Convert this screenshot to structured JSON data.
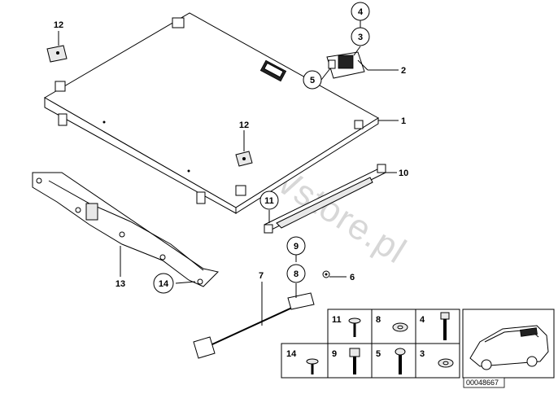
{
  "callouts": [
    {
      "id": "c1",
      "text": "1"
    },
    {
      "id": "c2",
      "text": "2"
    },
    {
      "id": "c3",
      "text": "3"
    },
    {
      "id": "c4",
      "text": "4"
    },
    {
      "id": "c5",
      "text": "5"
    },
    {
      "id": "c6",
      "text": "6"
    },
    {
      "id": "c7",
      "text": "7"
    },
    {
      "id": "c8",
      "text": "8"
    },
    {
      "id": "c9",
      "text": "9"
    },
    {
      "id": "c10",
      "text": "10"
    },
    {
      "id": "c11",
      "text": "11"
    },
    {
      "id": "c12a",
      "text": "12"
    },
    {
      "id": "c12b",
      "text": "12"
    },
    {
      "id": "c13",
      "text": "13"
    },
    {
      "id": "c14",
      "text": "14"
    }
  ],
  "legend": {
    "cells": [
      "11",
      "8",
      "4",
      "14",
      "9",
      "5",
      "3"
    ]
  },
  "watermark": "www.BMWstore.pl",
  "reference": "00048667"
}
